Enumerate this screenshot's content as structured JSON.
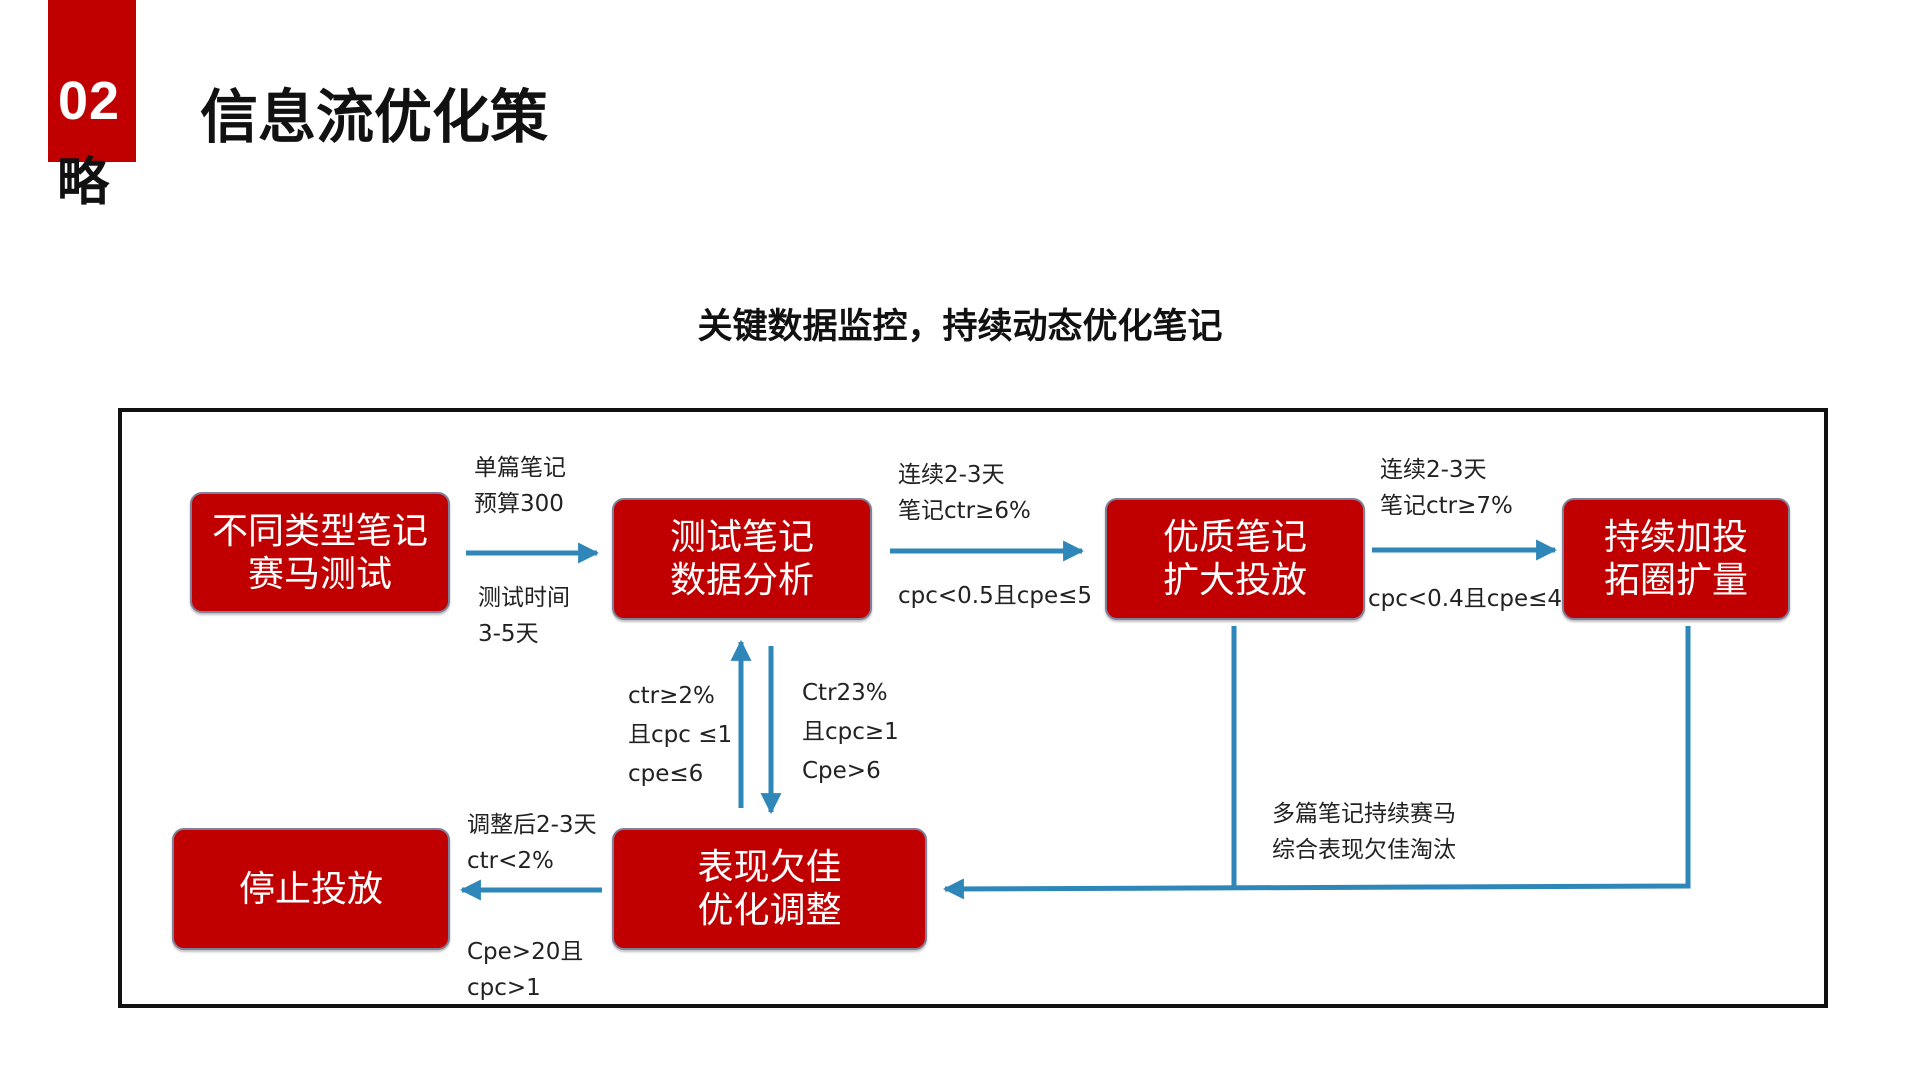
{
  "header": {
    "section_number": "02",
    "section_overflow_char": "略",
    "title": "信息流优化策"
  },
  "diagram": {
    "subtitle": "关键数据监控，持续动态优化笔记",
    "nodes": {
      "race_test": "不同类型笔记\n赛马测试",
      "analysis": "测试笔记\n数据分析",
      "scale_up": "优质笔记\n扩大投放",
      "expand": "持续加投\n拓圈扩量",
      "adjust": "表现欠佳\n优化调整",
      "stop": "停止投放"
    },
    "labels": {
      "race_to_analysis_top": "单篇笔记\n预算300",
      "race_to_analysis_bottom": "测试时间\n3-5天",
      "analysis_to_scale_top": "连续2-3天\n笔记ctr≥6%",
      "analysis_to_scale_bottom": "cpc<0.5且cpe≤5",
      "scale_to_expand_top": "连续2-3天\n笔记ctr≥7%",
      "scale_to_expand_bottom": "cpc<0.4且cpe≤4",
      "adjust_to_analysis": "ctr≥2%\n且cpc ≤1\ncpe≤6",
      "analysis_to_adjust": "Ctr23%\n且cpc≥1\nCpe>6",
      "adjust_to_stop_top": "调整后2-3天\nctr<2%",
      "adjust_to_stop_bottom": "Cpe>20且\ncpc>1",
      "feedback": "多篇笔记持续赛马\n综合表现欠佳淘汰"
    },
    "colors": {
      "node_fill": "#c00000",
      "arrow": "#2e86b9",
      "frame": "#111111"
    }
  }
}
